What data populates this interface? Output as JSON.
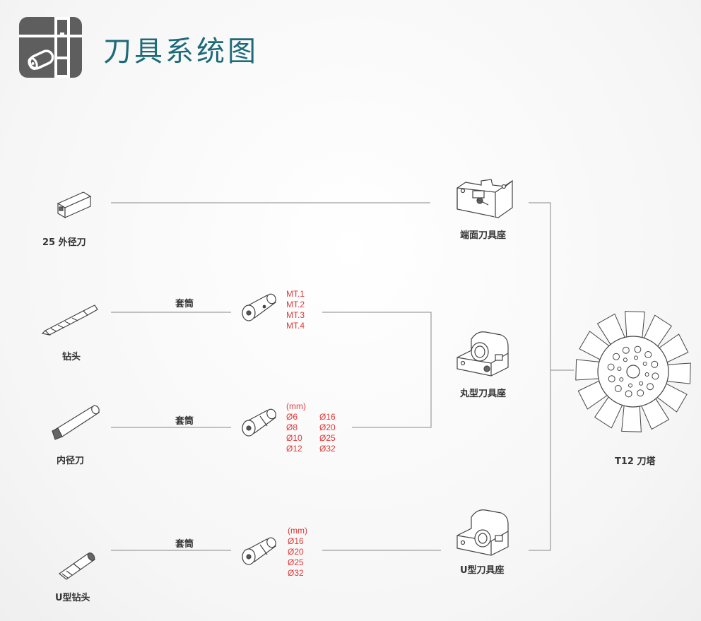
{
  "header": {
    "title": "刀具系统图"
  },
  "tools": {
    "outer_turning": "25 外径刀",
    "drill": "钻头",
    "boring": "内径刀",
    "u_drill": "U型钻头"
  },
  "sleeve_label": "套筒",
  "sleeve_morse": {
    "items": [
      "MT.1",
      "MT.2",
      "MT.3",
      "MT.4"
    ]
  },
  "sleeve_boring": {
    "unit": "(mm)",
    "col1": [
      "Ø6",
      "Ø8",
      "Ø10",
      "Ø12"
    ],
    "col2": [
      "Ø16",
      "Ø20",
      "Ø25",
      "Ø32"
    ]
  },
  "sleeve_udrill": {
    "unit": "(mm)",
    "items": [
      "Ø16",
      "Ø20",
      "Ø25",
      "Ø32"
    ]
  },
  "holders": {
    "face": "端面刀具座",
    "round": "丸型刀具座",
    "u_type": "U型刀具座"
  },
  "turret": {
    "label": "T12  刀塔"
  },
  "colors": {
    "title": "#1d6a78",
    "spec": "#e03a3a",
    "line": "#888888",
    "logo": "#5e5e5e"
  },
  "icons": [
    "tool-system-logo-icon",
    "outer-turning-tool-icon",
    "drill-bit-icon",
    "boring-bar-icon",
    "u-drill-icon",
    "sleeve-icon",
    "face-tool-holder-icon",
    "round-tool-holder-icon",
    "u-tool-holder-icon",
    "turret-icon"
  ]
}
